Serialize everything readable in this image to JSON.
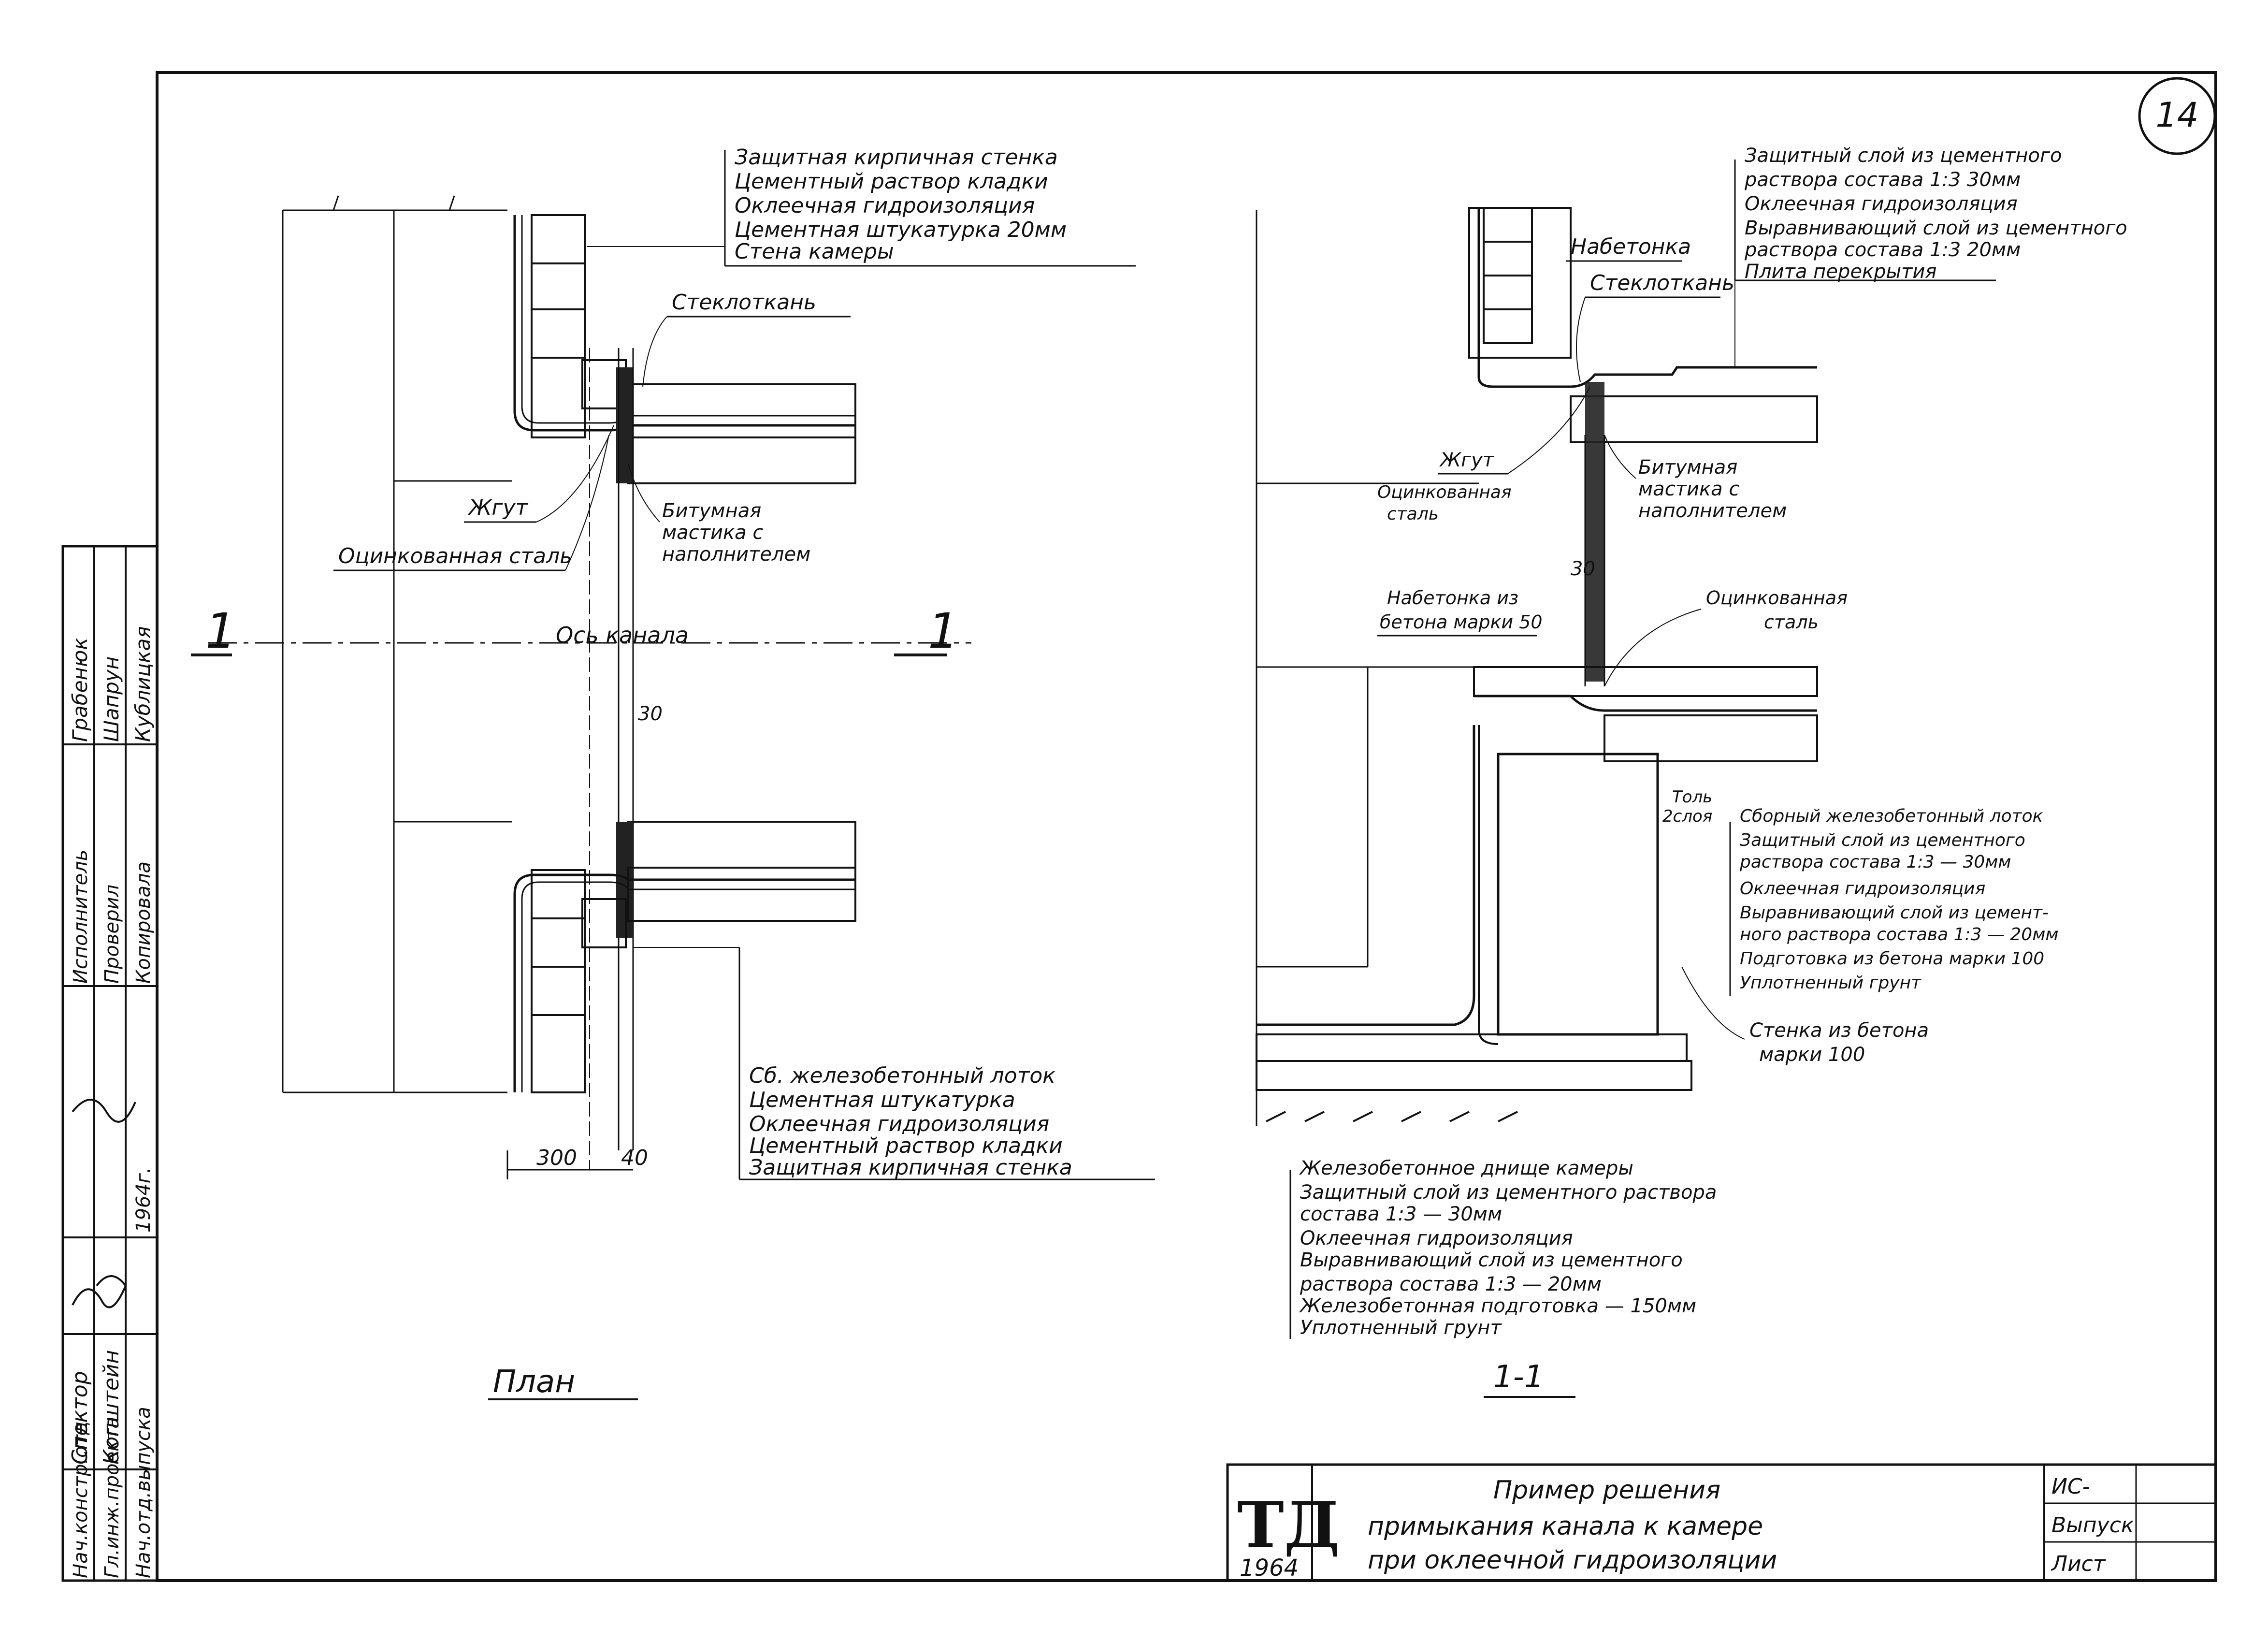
{
  "sheet": {
    "sheet_number": "14",
    "stamp_mark": "ТД",
    "stamp_year": "1964",
    "title_lines": [
      "Пример решения",
      "примыкания канала к камере",
      "при оклеечной гидроизоляции"
    ],
    "code_cells": [
      "ИС-",
      "Выпуск",
      "Лист"
    ]
  },
  "signatures": {
    "roles": [
      "Нач.констр.отд",
      "Гл.инж.проекта",
      "Нач.отд.выпуска"
    ],
    "positions": [
      "Спектор",
      "Копштейн",
      ""
    ],
    "approvals": [
      "Исполнитель",
      "Проверил",
      "Копировала"
    ],
    "names": [
      "Грабенюк",
      "Шапрун",
      "Кублицкая"
    ],
    "year": "1964г."
  },
  "plan": {
    "caption": "План",
    "section_marks": [
      "1",
      "1"
    ],
    "axis_label": "Ось канала",
    "dims": [
      "300",
      "40",
      "30"
    ],
    "top_callouts": [
      "Защитная кирпичная стенка",
      "Цементный раствор кладки",
      "Оклеечная гидроизоляция",
      "Цементная штукатурка 20мм",
      "Стена камеры"
    ],
    "steklotkan": "Стеклоткань",
    "zhgut": "Жгут",
    "ocink": "Оцинкованная сталь",
    "bitum": [
      "Битумная",
      "мастика с",
      "наполнителем"
    ],
    "bottom_callouts": [
      "Сб. железобетонный лоток",
      "Цементная штукатурка",
      "Оклеечная гидроизоляция",
      "Цементный раствор кладки",
      "Защитная кирпичная стенка"
    ]
  },
  "section": {
    "caption": "1-1",
    "top_callouts": [
      "Защитный слой из цементного",
      "раствора состава 1:3  30мм",
      "Оклеечная гидроизоляция",
      "Выравнивающий слой из цементного",
      "раствора состава 1:3  20мм",
      "Плита перекрытия"
    ],
    "nabetonka": "Набетонка",
    "steklotkan": "Стеклоткань",
    "zhgut": "Жгут",
    "ocink_left": [
      "Оцинкованная",
      "сталь"
    ],
    "bitum": [
      "Битумная",
      "мастика с",
      "наполнителем"
    ],
    "dim": "30",
    "nabetonka_mark": [
      "Набетонка из",
      "бетона марки 50"
    ],
    "ocink_right": [
      "Оцинкованная",
      "сталь"
    ],
    "tol": [
      "Толь",
      "2слоя"
    ],
    "right_callouts": [
      "Сборный железобетонный лоток",
      "Защитный слой из цементного",
      "раствора состава 1:3 — 30мм",
      "Оклеечная гидроизоляция",
      "Выравнивающий слой из цемент-",
      "ного раствора состава 1:3 — 20мм",
      "Подготовка из бетона марки 100",
      "Уплотненный грунт"
    ],
    "wall_callout": [
      "Стенка из бетона",
      "марки 100"
    ],
    "bottom_callouts": [
      "Железобетонное днище камеры",
      "Защитный слой из цементного раствора",
      "состава 1:3  — 30мм",
      "Оклеечная гидроизоляция",
      "Выравнивающий слой из цементного",
      "раствора состава 1:3 — 20мм",
      "Железобетонная подготовка — 150мм",
      "Уплотненный грунт"
    ]
  }
}
